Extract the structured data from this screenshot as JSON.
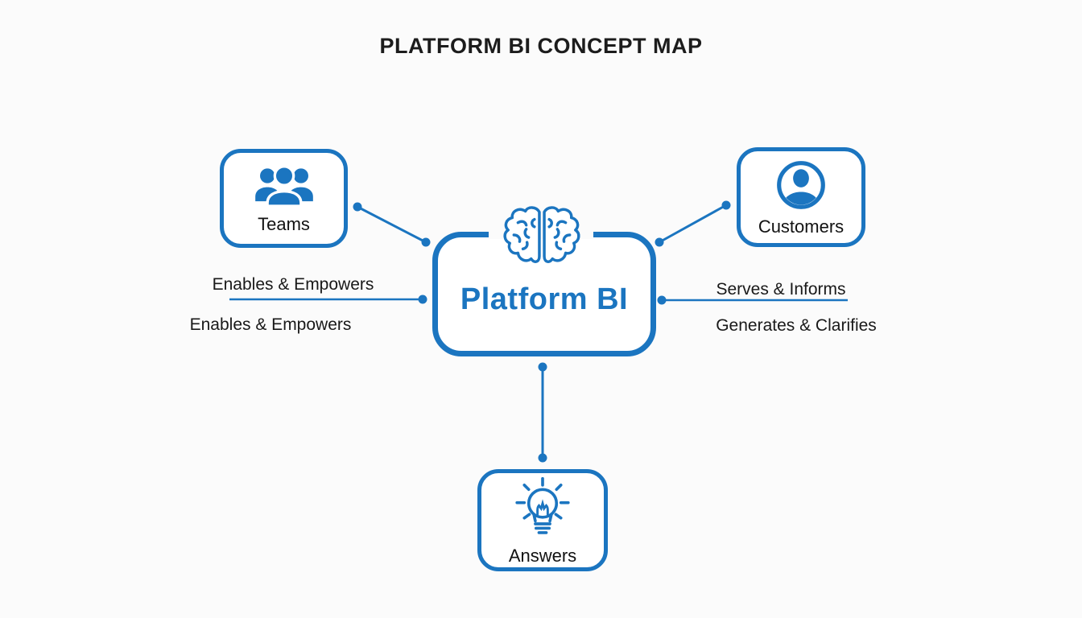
{
  "title": "PLATFORM BI CONCEPT MAP",
  "colors": {
    "accent_blue": "#1b75c0",
    "text_dark": "#1c1c1c",
    "background": "#fbfbfb"
  },
  "center_node": {
    "label": "Platform BI",
    "icon": "brain-icon"
  },
  "nodes": [
    {
      "id": "teams",
      "label": "Teams",
      "icon": "team-icon"
    },
    {
      "id": "customers",
      "label": "Customers",
      "icon": "user-circle-icon"
    },
    {
      "id": "answers",
      "label": "Answers",
      "icon": "lightbulb-icon"
    }
  ],
  "edge_labels": {
    "left_top": "Enables & Empowers",
    "left_bottom": "Enables & Empowers",
    "right_top": "Serves & Informs",
    "right_bottom": "Generates & Clarifies"
  }
}
